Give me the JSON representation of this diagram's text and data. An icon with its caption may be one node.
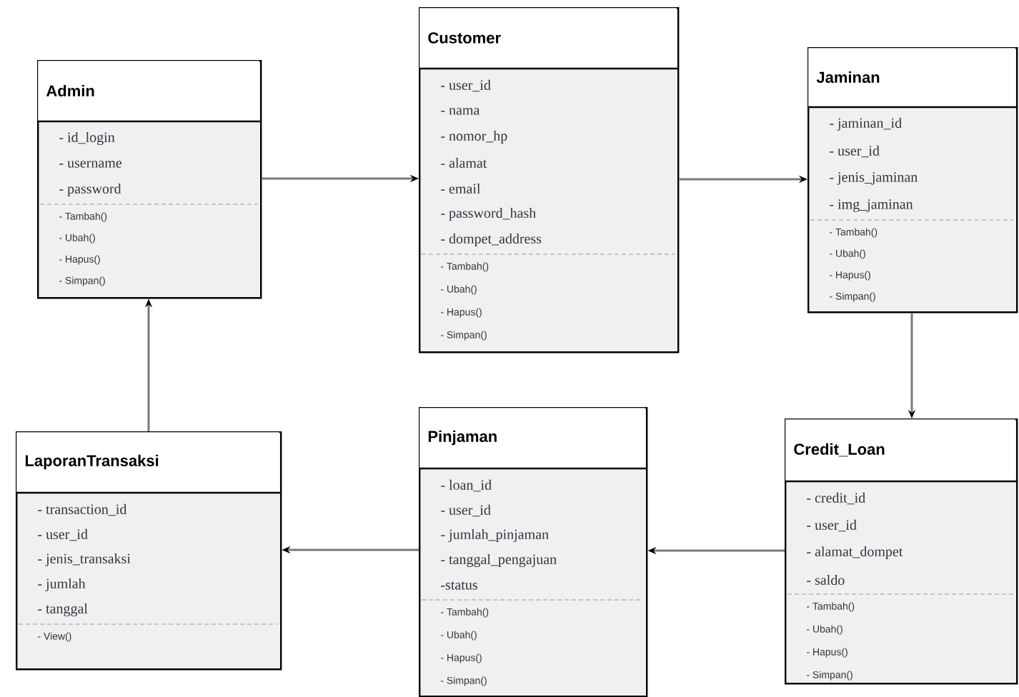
{
  "diagram": {
    "nodes": [
      {
        "text": [
          "Admin",
          "- id_login",
          "- username",
          "- password",
          "- Tambah()",
          "- Ubah()",
          "- Hapus()",
          "- Simpan()"
        ]
      },
      {
        "text": [
          "Customer",
          "- user_id",
          "- nama",
          "- nomor_hp",
          "- alamat",
          "- email",
          "- password_hash",
          "- dompet_address",
          "- Tambah()",
          "- Ubah()",
          "- Hapus()",
          "- Simpan()"
        ]
      },
      {
        "text": [
          "Jaminan",
          "- jaminan_id",
          "- user_id",
          "- jenis_jaminan",
          "- img_jaminan",
          "- Tambah()",
          "- Ubah()",
          "- Hapus()",
          "- Simpan()"
        ]
      },
      {
        "text": [
          "LaporanTransaksi",
          "- transaction_id",
          "- user_id",
          "- jenis_transaksi",
          "- jumlah",
          "- tanggal",
          "- View()"
        ]
      },
      {
        "text": [
          "Pinjaman",
          "- loan_id",
          "- user_id",
          "- jumlah_pinjaman",
          "- tanggal_pengajuan",
          "-status",
          "- Tambah()",
          "- Ubah()",
          "- Hapus()",
          "- Simpan()"
        ]
      },
      {
        "text": [
          "Credit_Loan",
          "- credit_id",
          "- user_id",
          "- alamat_dompet",
          "- saldo",
          "- Tambah()",
          "- Ubah()",
          "- Hapus()",
          "- Simpan()"
        ]
      }
    ],
    "edges": [
      {
        "from": 0,
        "to": 1,
        "arrow": "to"
      },
      {
        "from": 1,
        "to": 2,
        "arrow": "to"
      },
      {
        "from": 2,
        "to": 5,
        "arrow": "to"
      },
      {
        "from": 5,
        "to": 4,
        "arrow": "to"
      },
      {
        "from": 4,
        "to": 3,
        "arrow": "to"
      },
      {
        "from": 3,
        "to": 0,
        "arrow": "to"
      }
    ]
  }
}
